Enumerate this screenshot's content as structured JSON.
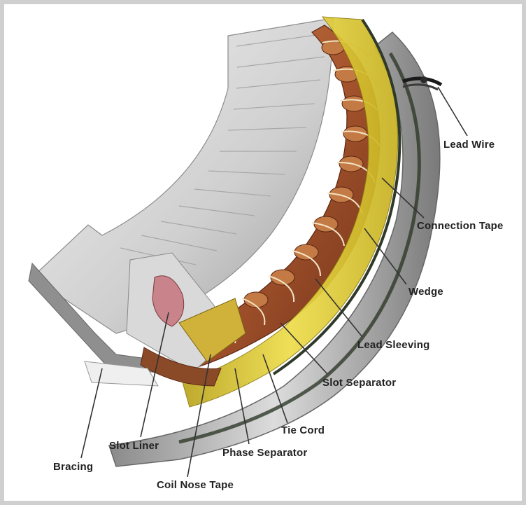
{
  "colors": {
    "lamination_light": "#e6e6e6",
    "lamination_dark": "#9a9a9a",
    "copper": "#a4532c",
    "copper_dark": "#6e3118",
    "insulation_yellow": "#d8c32a",
    "wedge_dark": "#2f3a2a",
    "leader_line": "#333333",
    "label_text": "#222222"
  },
  "labels": {
    "lead_wire": "Lead Wire",
    "connection_tape": "Connection Tape",
    "wedge": "Wedge",
    "lead_sleeving": "Lead Sleeving",
    "slot_separator": "Slot Separator",
    "tie_cord": "Tie Cord",
    "phase_separator": "Phase Separator",
    "slot_liner": "Slot Liner",
    "bracing": "Bracing",
    "coil_nose_tape": "Coil Nose Tape"
  }
}
